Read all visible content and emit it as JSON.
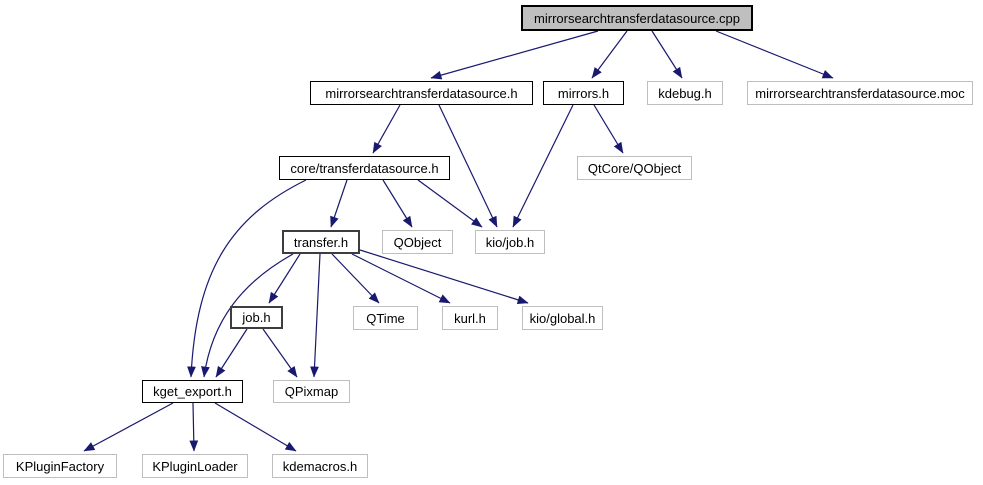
{
  "graph": {
    "kind": "include-dependency-graph",
    "colors": {
      "background": "#ffffff",
      "arrow": "#191970",
      "main_node_fill": "#bfbfbf",
      "internal_node_border": "#000000",
      "external_node_border": "#bebebe",
      "text": "#000000"
    },
    "nodes": [
      {
        "label": "mirrorsearchtransferdatasource.cpp",
        "type": "main"
      },
      {
        "label": "mirrorsearchtransferdatasource.h",
        "type": "internal"
      },
      {
        "label": "mirrors.h",
        "type": "internal"
      },
      {
        "label": "kdebug.h",
        "type": "external"
      },
      {
        "label": "mirrorsearchtransferdatasource.moc",
        "type": "external"
      },
      {
        "label": "core/transferdatasource.h",
        "type": "internal"
      },
      {
        "label": "QtCore/QObject",
        "type": "external"
      },
      {
        "label": "transfer.h",
        "type": "internal"
      },
      {
        "label": "QObject",
        "type": "external"
      },
      {
        "label": "kio/job.h",
        "type": "external"
      },
      {
        "label": "job.h",
        "type": "internal"
      },
      {
        "label": "QTime",
        "type": "external"
      },
      {
        "label": "kurl.h",
        "type": "external"
      },
      {
        "label": "kio/global.h",
        "type": "external"
      },
      {
        "label": "kget_export.h",
        "type": "internal"
      },
      {
        "label": "QPixmap",
        "type": "external"
      },
      {
        "label": "KPluginFactory",
        "type": "external"
      },
      {
        "label": "KPluginLoader",
        "type": "external"
      },
      {
        "label": "kdemacros.h",
        "type": "external"
      }
    ],
    "edges": [
      {
        "from": "mirrorsearchtransferdatasource.cpp",
        "to": "mirrorsearchtransferdatasource.h"
      },
      {
        "from": "mirrorsearchtransferdatasource.cpp",
        "to": "mirrors.h"
      },
      {
        "from": "mirrorsearchtransferdatasource.cpp",
        "to": "kdebug.h"
      },
      {
        "from": "mirrorsearchtransferdatasource.cpp",
        "to": "mirrorsearchtransferdatasource.moc"
      },
      {
        "from": "mirrorsearchtransferdatasource.h",
        "to": "core/transferdatasource.h"
      },
      {
        "from": "mirrorsearchtransferdatasource.h",
        "to": "kio/job.h"
      },
      {
        "from": "mirrors.h",
        "to": "kio/job.h"
      },
      {
        "from": "mirrors.h",
        "to": "QtCore/QObject"
      },
      {
        "from": "core/transferdatasource.h",
        "to": "transfer.h"
      },
      {
        "from": "core/transferdatasource.h",
        "to": "QObject"
      },
      {
        "from": "core/transferdatasource.h",
        "to": "kio/job.h"
      },
      {
        "from": "core/transferdatasource.h",
        "to": "kget_export.h"
      },
      {
        "from": "transfer.h",
        "to": "job.h"
      },
      {
        "from": "transfer.h",
        "to": "QTime"
      },
      {
        "from": "transfer.h",
        "to": "kurl.h"
      },
      {
        "from": "transfer.h",
        "to": "kio/global.h"
      },
      {
        "from": "transfer.h",
        "to": "QPixmap"
      },
      {
        "from": "transfer.h",
        "to": "kget_export.h"
      },
      {
        "from": "job.h",
        "to": "kget_export.h"
      },
      {
        "from": "job.h",
        "to": "QPixmap"
      },
      {
        "from": "kget_export.h",
        "to": "KPluginFactory"
      },
      {
        "from": "kget_export.h",
        "to": "KPluginLoader"
      },
      {
        "from": "kget_export.h",
        "to": "kdemacros.h"
      }
    ]
  }
}
